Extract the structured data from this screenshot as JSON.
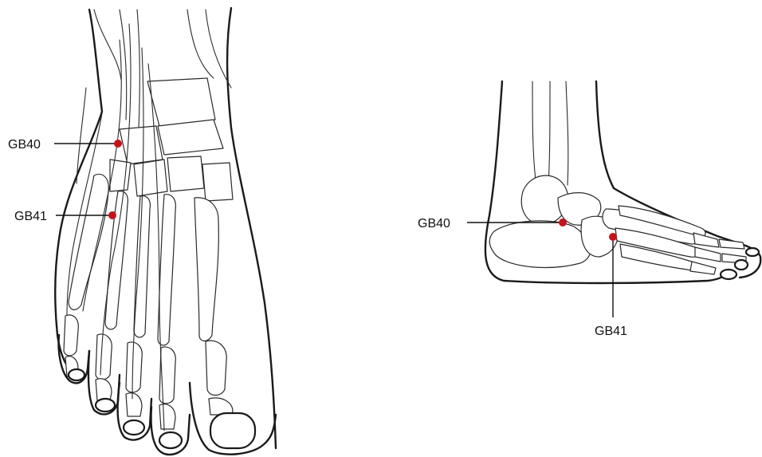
{
  "points": {
    "front": [
      {
        "label": "GB40"
      },
      {
        "label": "GB41"
      }
    ],
    "side": [
      {
        "label": "GB40"
      },
      {
        "label": "GB41"
      }
    ]
  },
  "colors": {
    "point": "#c4141a",
    "line": "#111111",
    "background": "#ffffff"
  }
}
